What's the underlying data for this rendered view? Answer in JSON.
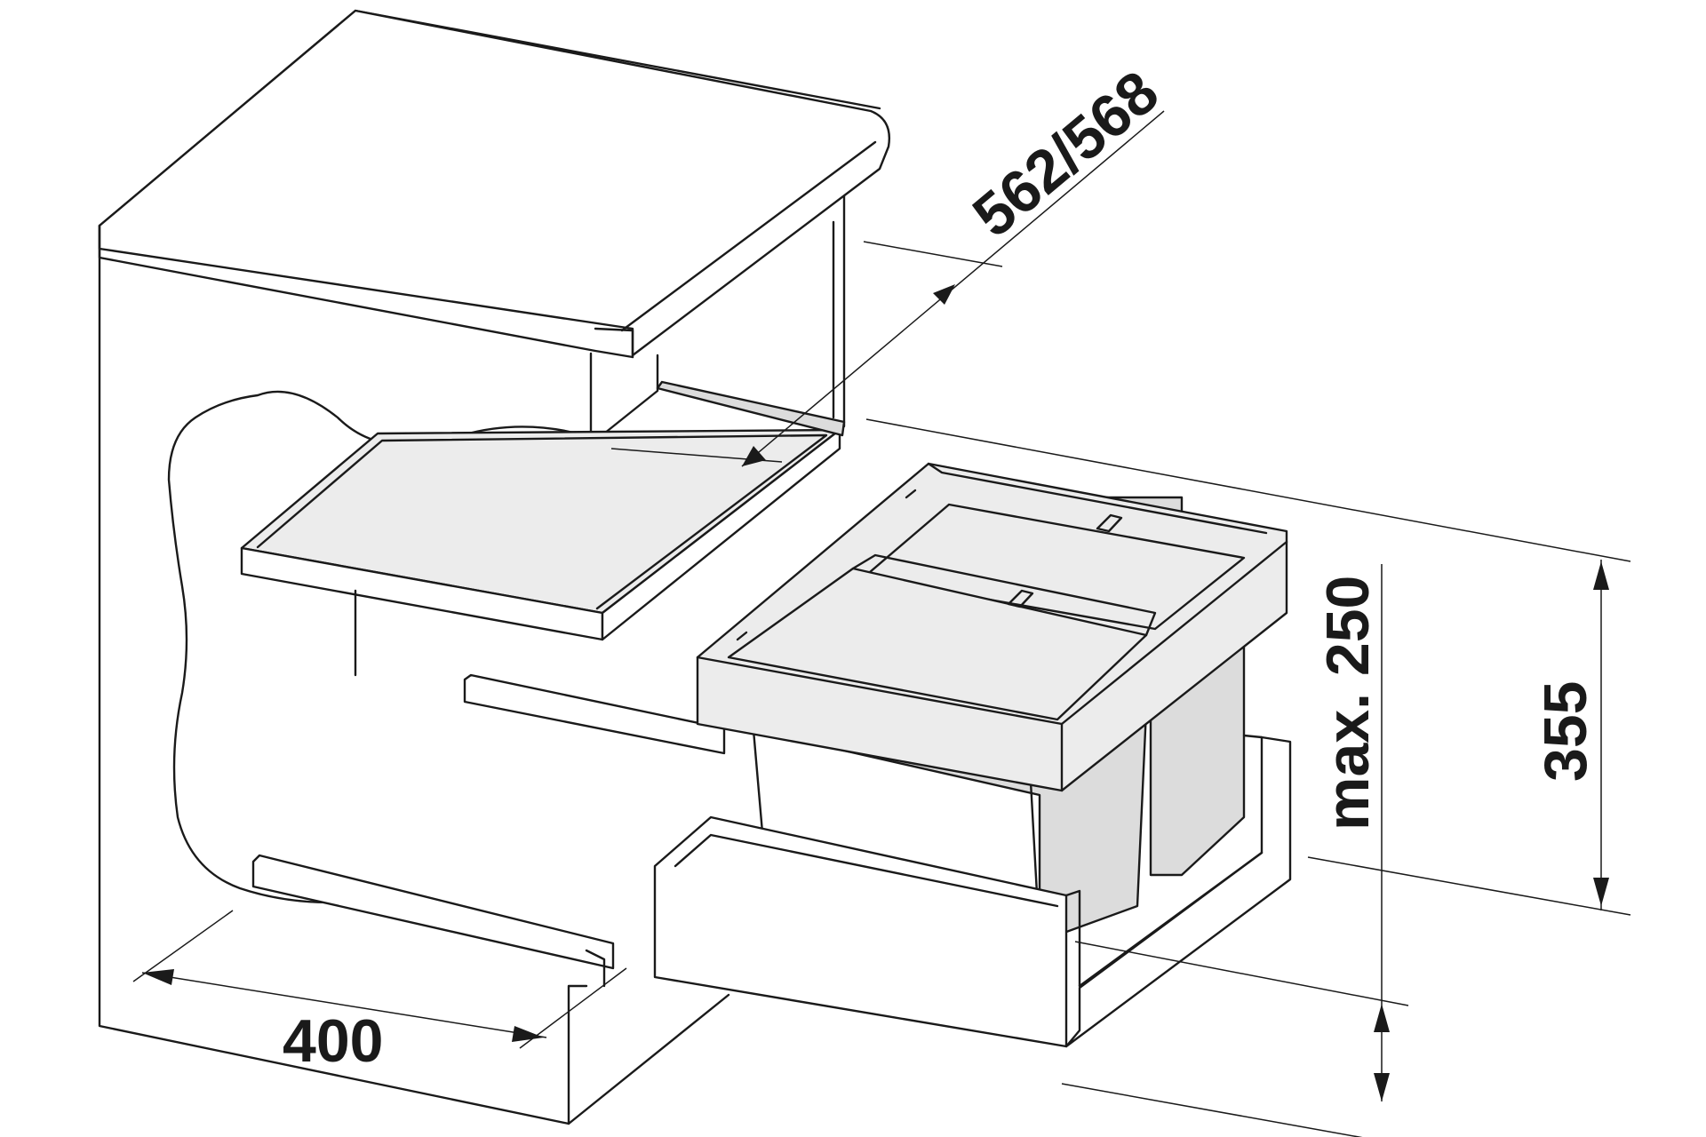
{
  "dimensions": {
    "depth_label": "562/568",
    "width_label": "400",
    "bin_height_label": "max. 250",
    "total_height_label": "355"
  },
  "colors": {
    "line": "#1a1a1a",
    "bin_fill": "#dcdcdc",
    "frame_fill": "#ececec",
    "background": "#ffffff"
  }
}
